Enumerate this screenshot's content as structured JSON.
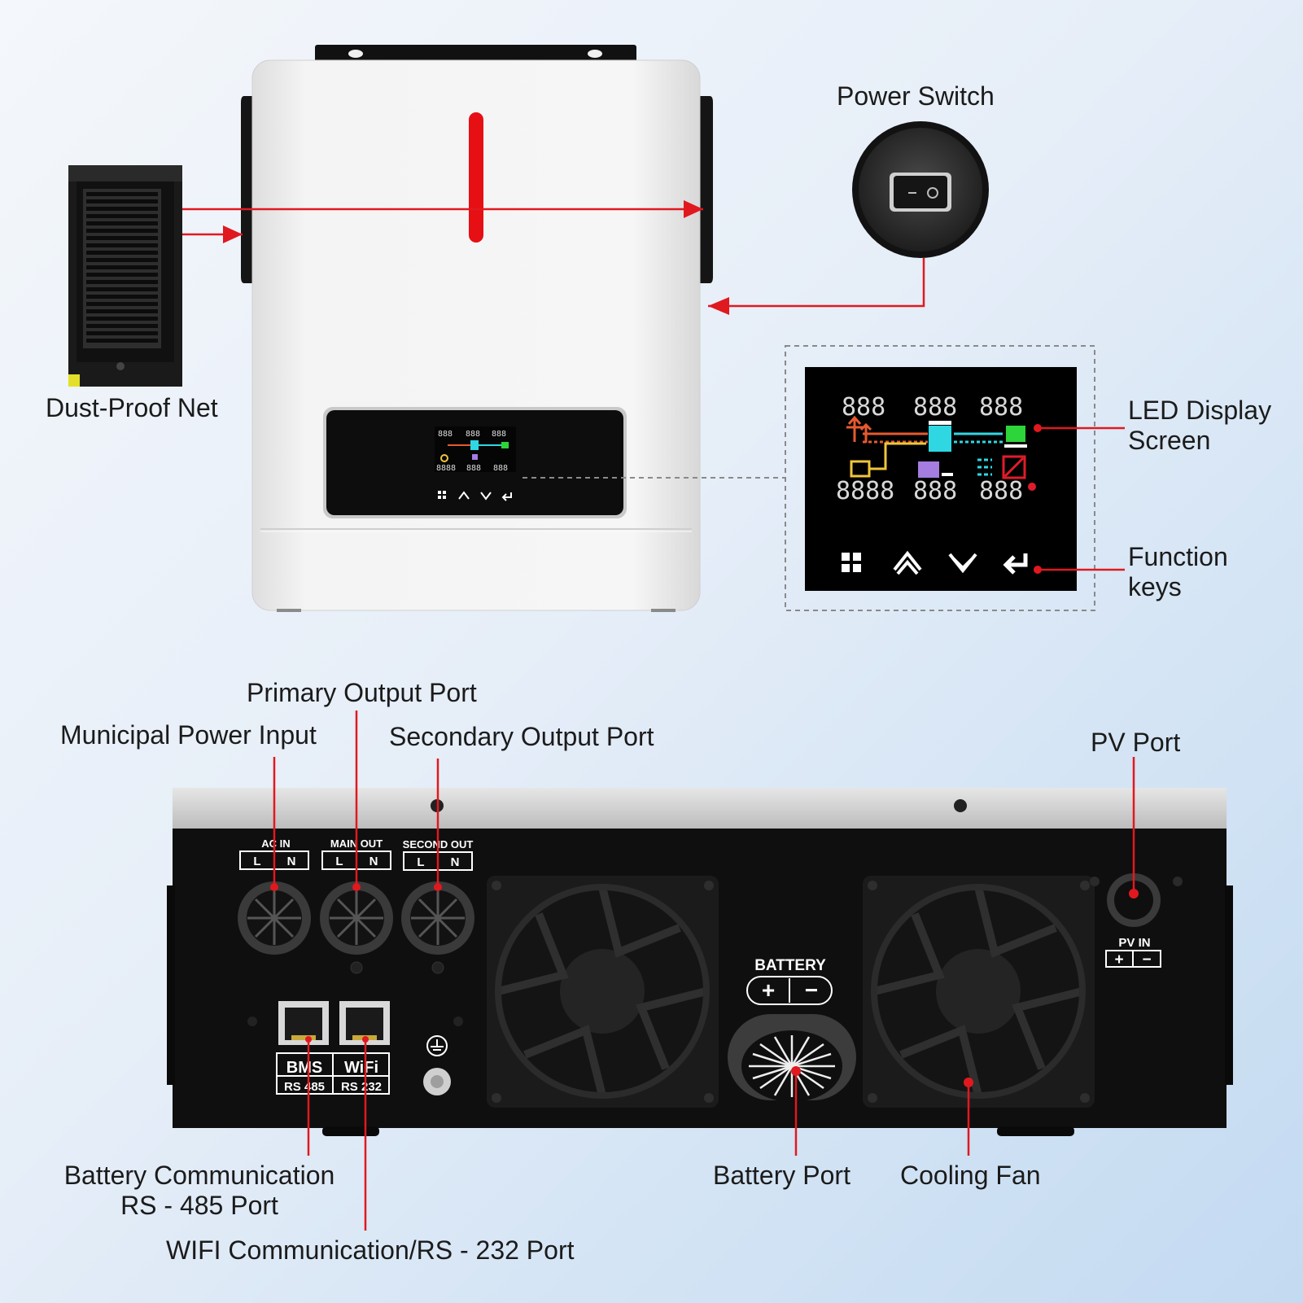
{
  "labels": {
    "dust_proof_net": "Dust-Proof Net",
    "power_switch": "Power Switch",
    "led_display_1": "LED Display",
    "led_display_2": "Screen",
    "function_keys_1": "Function",
    "function_keys_2": "keys",
    "primary_output": "Primary Output Port",
    "municipal_input": "Municipal Power Input",
    "secondary_output": "Secondary Output Port",
    "pv_port": "PV Port",
    "battery_comm_1": "Battery Communication",
    "battery_comm_2": "RS - 485 Port",
    "wifi_comm": "WIFI Communication/RS - 232 Port",
    "battery_port": "Battery Port",
    "cooling_fan": "Cooling Fan"
  },
  "panel_text": {
    "ac_in": "AC IN",
    "main_out": "MAIN OUT",
    "second_out": "SECOND OUT",
    "l": "L",
    "n": "N",
    "battery": "BATTERY",
    "pv_in": "PV IN",
    "bms": "BMS",
    "wifi": "WiFi",
    "rs485": "RS 485",
    "rs232": "RS 232",
    "plus": "+",
    "minus": "−"
  },
  "display_digits": {
    "top_left": "888",
    "top_mid": "888",
    "top_right": "888",
    "bottom_left": "8888",
    "bottom_mid": "888",
    "bottom_right": "888"
  },
  "colors": {
    "annotation": "#e0191f",
    "unit_body": "#f3f3f3",
    "unit_dark": "#111111"
  }
}
